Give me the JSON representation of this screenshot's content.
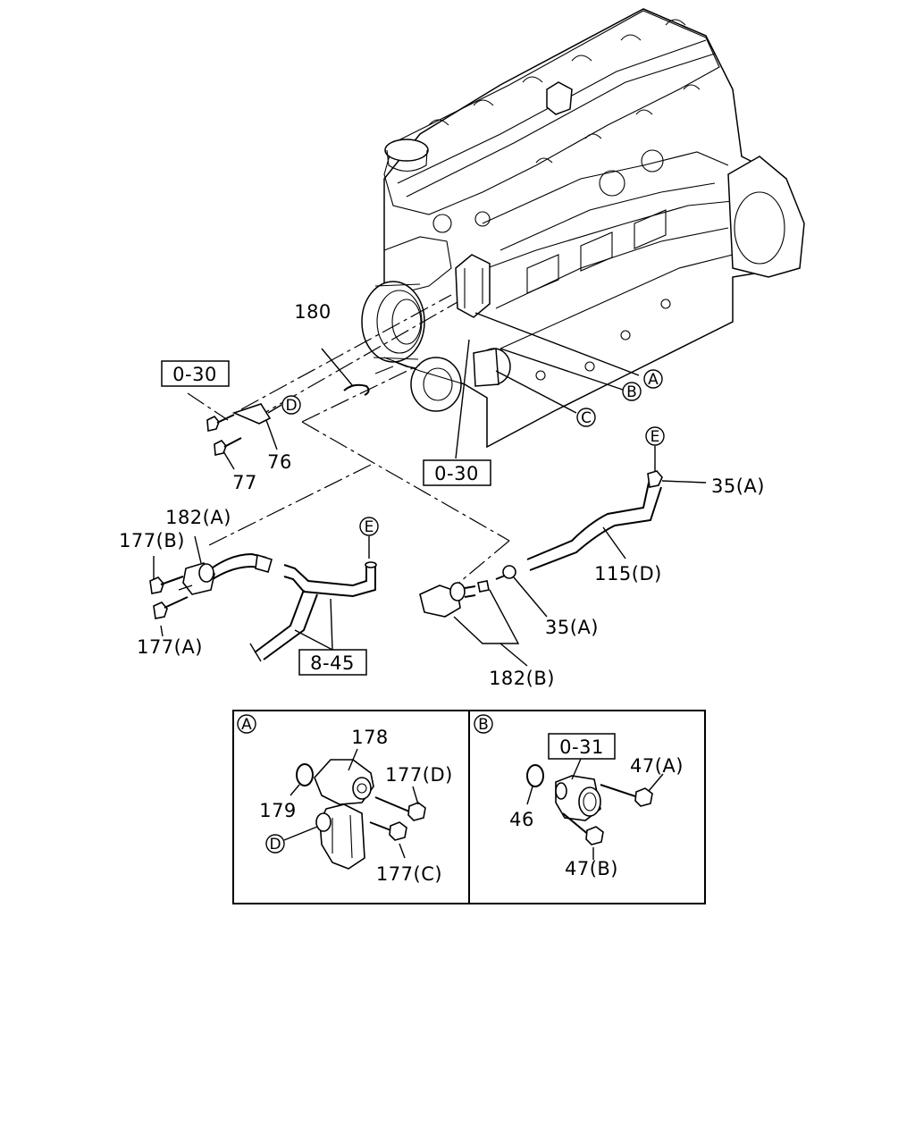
{
  "callouts": {
    "c180": "180",
    "ref_0_30_left": "0-30",
    "ref_0_30_center": "0-30",
    "c76": "76",
    "c77": "77",
    "c182a": "182(A)",
    "c177b": "177(B)",
    "c177a": "177(A)",
    "ref_8_45": "8-45",
    "c35a_top": "35(A)",
    "c115d": "115(D)",
    "c35a_mid": "35(A)",
    "c182b": "182(B)"
  },
  "markers": {
    "A": "A",
    "B": "B",
    "C": "C",
    "D": "D",
    "E": "E"
  },
  "inset_a": {
    "marker": "A",
    "c178": "178",
    "c177d": "177(D)",
    "c179": "179",
    "marker_d": "D",
    "c177c": "177(C)"
  },
  "inset_b": {
    "marker": "B",
    "ref_0_31": "0-31",
    "c47a": "47(A)",
    "c46": "46",
    "c47b": "47(B)"
  }
}
